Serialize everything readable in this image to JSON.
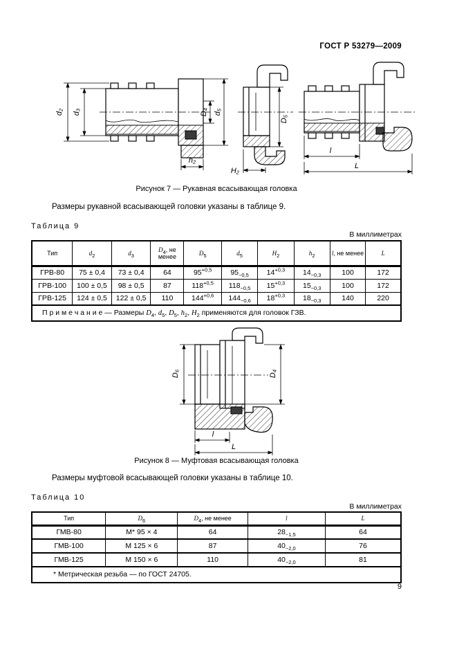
{
  "page": {
    "header": "ГОСТ Р 53279—2009",
    "number": "9"
  },
  "figure7": {
    "caption": "Рисунок 7 — Рукавная всасывающая головка",
    "labels": {
      "d2": "d₂",
      "d3": "d₃",
      "D4": "D₄",
      "d5": "d₅",
      "D5": "D₅",
      "h2": "h₂",
      "H2": "H₂",
      "l": "l",
      "L": "L"
    }
  },
  "section9": {
    "intro": "Размеры рукавной всасывающей головки указаны в таблице 9."
  },
  "table9": {
    "title": "Таблица 9",
    "units": "В миллиметрах",
    "headers": [
      "Тип",
      "*d*_{2}",
      "*d*_{3}",
      "*D*_{4}, не менее",
      "*D*_{5}",
      "*d*_{5}",
      "*H*_{2}",
      "*h*_{2}",
      "*l*, не менее",
      "*L*"
    ],
    "rows": [
      [
        "ГРВ-80",
        "75 ± 0,4",
        "73 ± 0,4",
        "64",
        "95^{+0,5}",
        "95_{−0,5}",
        "14^{+0,3}",
        "14_{−0,3}",
        "100",
        "172"
      ],
      [
        "ГРВ-100",
        "100 ± 0,5",
        "98 ± 0,5",
        "87",
        "118^{+0,5}",
        "118_{−0,5}",
        "15^{+0,3}",
        "15_{−0,3}",
        "100",
        "172"
      ],
      [
        "ГРВ-125",
        "124 ± 0,5",
        "122 ± 0,5",
        "110",
        "144^{+0,6}",
        "144_{−0,6}",
        "18^{+0,3}",
        "18_{−0,3}",
        "140",
        "220"
      ]
    ],
    "note": "П р и м е ч а н и е  —  Размеры *D*_{4}, *d*_{5}, *D*_{5}, *h*_{2}, *H*_{2} применяются для головок ГЗВ."
  },
  "figure8": {
    "caption": "Рисунок 8 — Муфтовая всасывающая головка",
    "labels": {
      "D6": "D₆",
      "D4": "D₄",
      "l": "l",
      "L": "L"
    }
  },
  "section10": {
    "intro": "Размеры муфтовой всасывающей головки указаны в таблице 10."
  },
  "table10": {
    "title": "Таблица 10",
    "units": "В миллиметрах",
    "headers": [
      "Тип",
      "*D*_{6}",
      "*D*_{4}, не менее",
      "*l*",
      "*L*"
    ],
    "rows": [
      [
        "ГМВ-80",
        "М* 95 × 4",
        "64",
        "28_{−1,5}",
        "64"
      ],
      [
        "ГМВ-100",
        "М 125 × 6",
        "87",
        "40_{−2,0}",
        "76"
      ],
      [
        "ГМВ-125",
        "М 150 × 6",
        "110",
        "40_{−2,0}",
        "81"
      ]
    ],
    "footnote": "* Метрическая резьба — по ГОСТ 24705."
  }
}
